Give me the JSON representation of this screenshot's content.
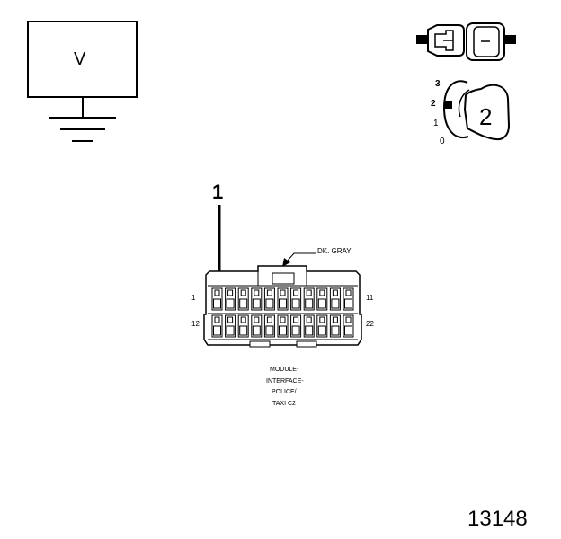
{
  "meter": {
    "label": "V"
  },
  "connector_view": {
    "label": "2"
  },
  "ignition_switch": {
    "positions": [
      "3",
      "2",
      "1",
      "0"
    ]
  },
  "callout": {
    "number": "1"
  },
  "connector": {
    "color_label": "DK. GRAY",
    "pin_labels": {
      "top_left": "1",
      "top_right": "11",
      "bottom_left": "12",
      "bottom_right": "22"
    },
    "name_lines": [
      "MODULE-",
      "INTERFACE-",
      "POLICE/",
      "TAXI C2"
    ]
  },
  "figure_number": "13148"
}
